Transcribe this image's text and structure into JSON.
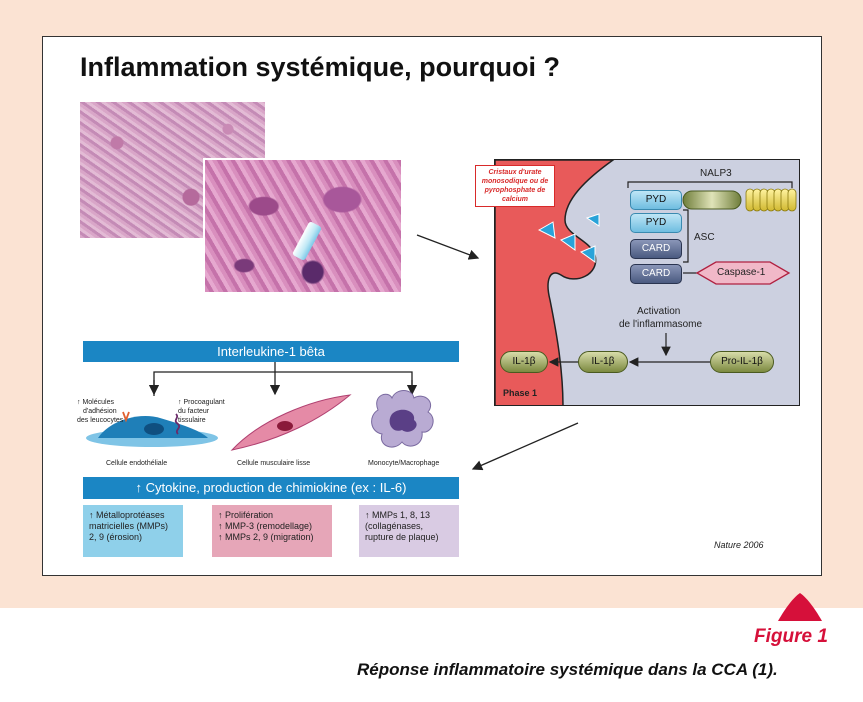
{
  "title": "Inflammation systémique, pourquoi ?",
  "crystal_tag": "Cristaux d'urate monosodique ou de pyrophosphate de calcium",
  "inflammasome": {
    "nalp3": "NALP3",
    "pyd_top": "PYD",
    "pyd_asc": "PYD",
    "card_asc": "CARD",
    "card_casp": "CARD",
    "asc": "ASC",
    "caspase": "Caspase-1",
    "activation_line1": "Activation",
    "activation_line2": "de l'inflammasome",
    "pro_il1b": "Pro-IL-1β",
    "il1b_mid": "IL-1β",
    "il1b_out": "IL-1β",
    "phase": "Phase 1"
  },
  "interleukin_bar": "Interleukine-1 bêta",
  "cells": {
    "adhesion": [
      "↑ Molécules",
      "d'adhésion",
      "des leucocytes"
    ],
    "procoag": [
      "↑ Procoagulant",
      "du facteur",
      "tissulaire"
    ],
    "endothelial": "Cellule endothéliale",
    "muscle": "Cellule musculaire lisse",
    "monocyte": "Monocyte/Macrophage"
  },
  "cytokine_bar": "↑ Cytokine, production de chimiokine (ex : IL-6)",
  "info": {
    "blue": [
      "↑ Métalloprotéases",
      "matricielles (MMPs)",
      "2, 9 (érosion)"
    ],
    "pink": [
      "↑ Prolifération",
      "↑ MMP-3 (remodellage)",
      "↑ MMPs 2, 9 (migration)"
    ],
    "purple": [
      "↑ MMPs 1, 8, 13",
      "(collagénases,",
      "rupture de plaque)"
    ]
  },
  "source": "Nature 2006",
  "figure_label": "Figure 1",
  "caption": "Réponse inflammatoire systémique dans la CCA (1).",
  "colors": {
    "background": "#fbe3d3",
    "red_region": "#e85a5a",
    "blue_bar": "#1b86c4",
    "accent": "#d6103a",
    "info_blue": "#8fd0ea",
    "info_pink": "#e6a6b8",
    "info_purple": "#d9cbe3"
  }
}
